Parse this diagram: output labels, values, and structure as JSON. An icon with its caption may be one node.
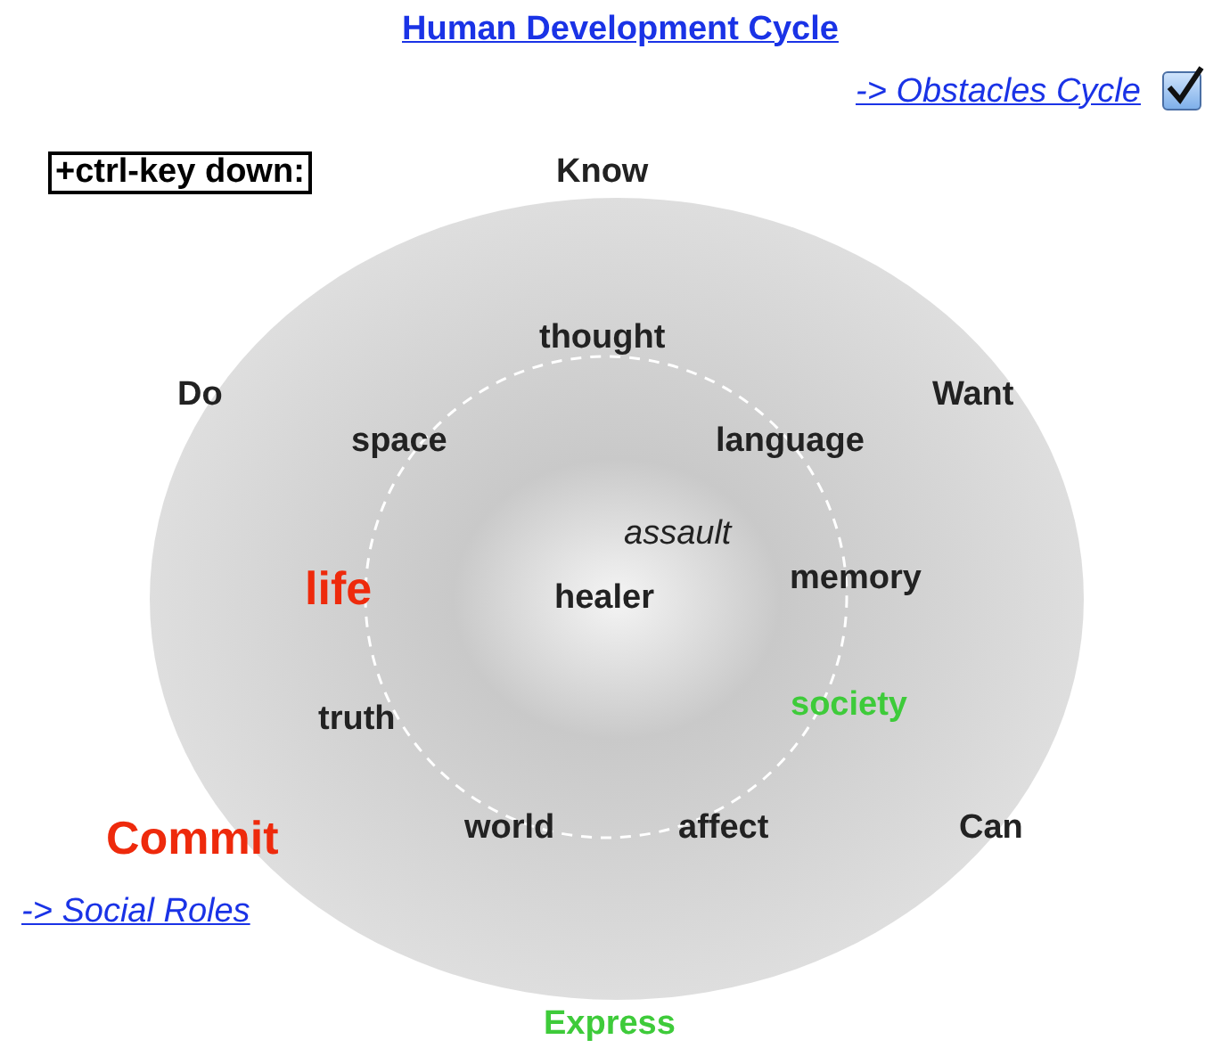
{
  "diagram": {
    "title": "Human Development Cycle",
    "labels": [
      "-> Obstacles Cycle",
      "+ctrl-key down:",
      "Know",
      "thought",
      "Do",
      "Want",
      "space",
      "language",
      "assault",
      "life",
      "healer",
      "memory",
      "truth",
      "society",
      "Commit",
      "world",
      "affect",
      "Can",
      "-> Social Roles",
      "Express"
    ]
  }
}
